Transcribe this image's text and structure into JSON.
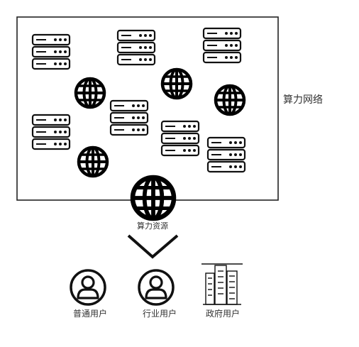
{
  "network_label": "算力网络",
  "resource_label": "算力资源",
  "users": [
    {
      "label": "普通用户",
      "icon": "user-icon"
    },
    {
      "label": "行业用户",
      "icon": "user-icon"
    },
    {
      "label": "政府用户",
      "icon": "building-icon"
    }
  ],
  "icons": {
    "server": "server-rack-icon",
    "globe": "globe-icon",
    "arrow": "chevron-down-icon"
  }
}
